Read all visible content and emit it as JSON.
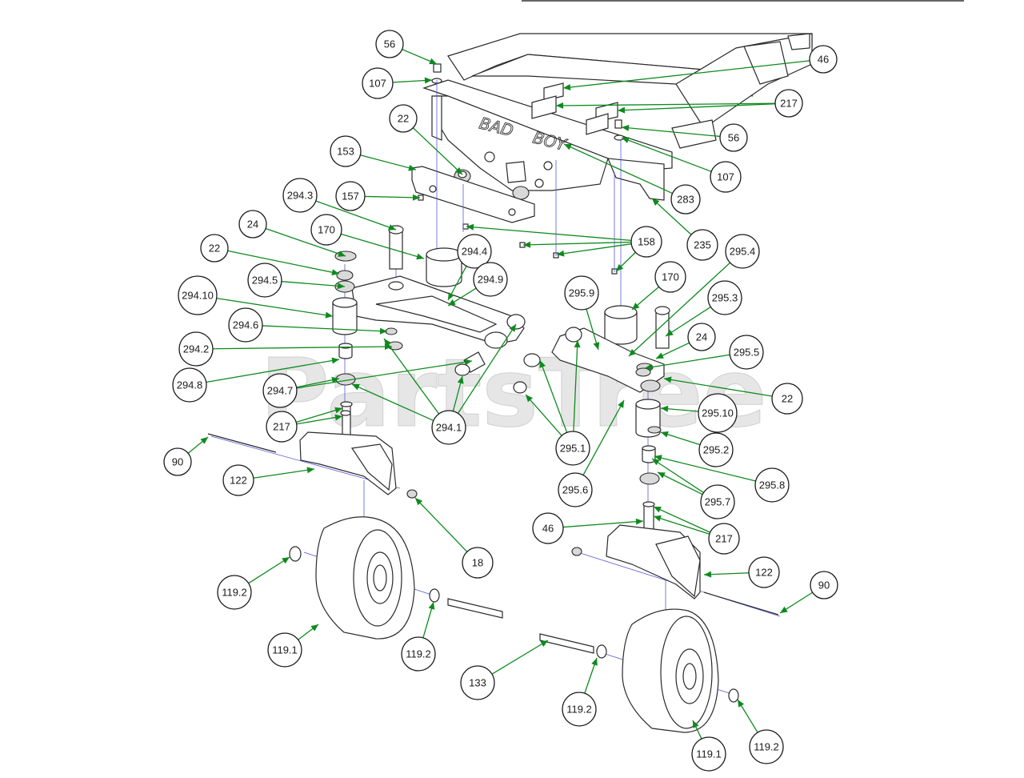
{
  "watermark": "PartsTree",
  "frame_brand": {
    "left": "BAD",
    "right": "BOY"
  },
  "colors": {
    "leader": "#0e8a1e",
    "axis": "#5a5ad8",
    "outline": "#2a2a2a"
  },
  "callouts": [
    {
      "label": "56"
    },
    {
      "label": "107"
    },
    {
      "label": "46"
    },
    {
      "label": "217"
    },
    {
      "label": "56"
    },
    {
      "label": "107"
    },
    {
      "label": "22"
    },
    {
      "label": "153"
    },
    {
      "label": "157"
    },
    {
      "label": "283"
    },
    {
      "label": "235"
    },
    {
      "label": "294.3"
    },
    {
      "label": "170"
    },
    {
      "label": "158"
    },
    {
      "label": "24"
    },
    {
      "label": "22"
    },
    {
      "label": "294.4"
    },
    {
      "label": "294.5"
    },
    {
      "label": "294.9"
    },
    {
      "label": "294.10"
    },
    {
      "label": "294.6"
    },
    {
      "label": "294.2"
    },
    {
      "label": "294.8"
    },
    {
      "label": "294.7"
    },
    {
      "label": "217"
    },
    {
      "label": "294.1"
    },
    {
      "label": "295.4"
    },
    {
      "label": "170"
    },
    {
      "label": "295.9"
    },
    {
      "label": "295.3"
    },
    {
      "label": "24"
    },
    {
      "label": "295.5"
    },
    {
      "label": "22"
    },
    {
      "label": "295.10"
    },
    {
      "label": "295.1"
    },
    {
      "label": "295.2"
    },
    {
      "label": "295.6"
    },
    {
      "label": "295.8"
    },
    {
      "label": "295.7"
    },
    {
      "label": "90"
    },
    {
      "label": "122"
    },
    {
      "label": "18"
    },
    {
      "label": "46"
    },
    {
      "label": "217"
    },
    {
      "label": "122"
    },
    {
      "label": "90"
    },
    {
      "label": "119.2"
    },
    {
      "label": "119.1"
    },
    {
      "label": "119.2"
    },
    {
      "label": "133"
    },
    {
      "label": "119.2"
    },
    {
      "label": "119.1"
    },
    {
      "label": "119.2"
    }
  ]
}
